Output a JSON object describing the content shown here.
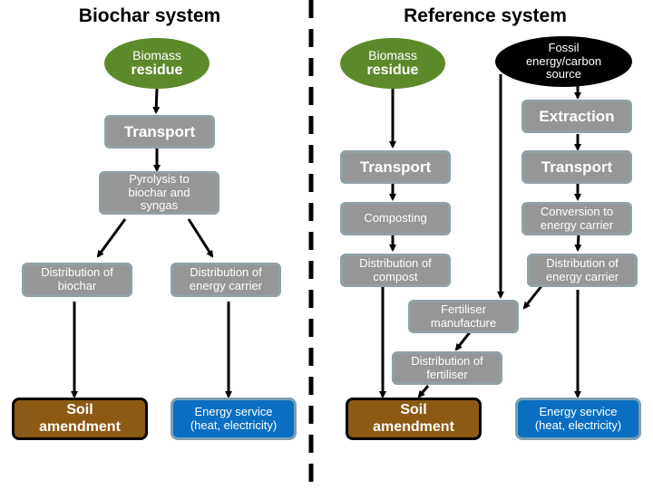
{
  "titles": {
    "biochar": "Biochar system",
    "reference": "Reference system"
  },
  "biochar": {
    "biomass": {
      "line1": "Biomass",
      "line2": "residue"
    },
    "transport": "Transport",
    "pyrolysis": [
      "Pyrolysis to",
      "biochar and",
      "syngas"
    ],
    "dist_biochar": [
      "Distribution of",
      "biochar"
    ],
    "dist_energy": [
      "Distribution of",
      "energy carrier"
    ],
    "soil": [
      "Soil",
      "amendment"
    ],
    "energy_service": [
      "Energy  service",
      "(heat, electricity)"
    ]
  },
  "reference": {
    "biomass": {
      "line1": "Biomass",
      "line2": "residue"
    },
    "fossil": [
      "Fossil",
      "energy/carbon",
      "source"
    ],
    "extraction": "Extraction",
    "transport_left": "Transport",
    "transport_right": "Transport",
    "composting": "Composting",
    "conversion": [
      "Conversion to",
      "energy carrier"
    ],
    "dist_compost": [
      "Distribution of",
      "compost"
    ],
    "dist_energy": [
      "Distribution of",
      "energy carrier"
    ],
    "fertiliser_manufacture": [
      "Fertiliser",
      "manufacture"
    ],
    "dist_fertiliser": [
      "Distribution of",
      "fertiliser"
    ],
    "soil": [
      "Soil",
      "amendment"
    ],
    "energy_service": [
      "Energy  service",
      "(heat, electricity)"
    ]
  },
  "colors": {
    "biomass_green": "#5c8a2a",
    "process_gray": "#969696",
    "soil_brown": "#8b5a14",
    "energy_blue": "#0a6fc2",
    "fossil_black": "#000000"
  }
}
